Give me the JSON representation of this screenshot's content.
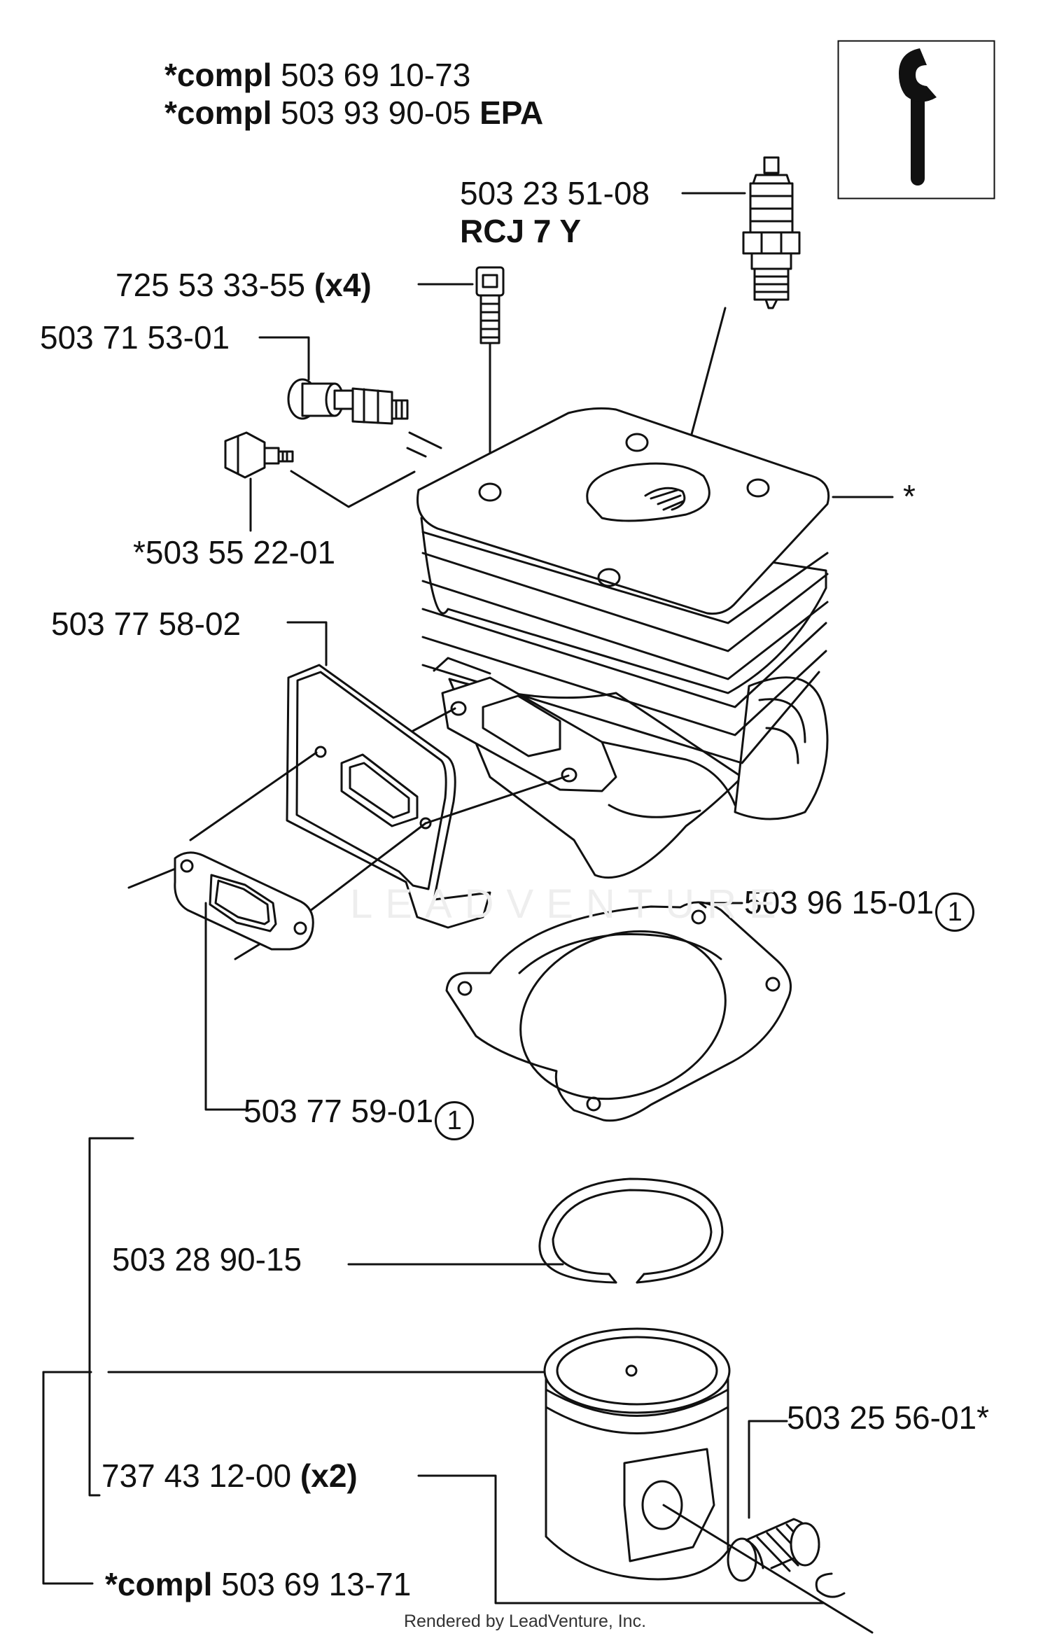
{
  "header": {
    "compl_1": {
      "prefix": "*compl",
      "number": "503 69 10-73",
      "suffix": ""
    },
    "compl_2": {
      "prefix": "*compl",
      "number": "503 93 90-05",
      "suffix": "EPA"
    }
  },
  "parts": {
    "spark_plug": {
      "number": "503 23 51-08",
      "spec": "RCJ 7 Y"
    },
    "screw": {
      "number": "725 53 33-55",
      "qty": "(x4)"
    },
    "decompression_valve": {
      "number": "503 71 53-01"
    },
    "plug": {
      "number": "*503 55 22-01"
    },
    "cylinder": {
      "marker": "*"
    },
    "heat_shield": {
      "number": "503 77 58-02"
    },
    "cylinder_gasket": {
      "number": "503 96 15-01",
      "note": "1"
    },
    "muffler_gasket": {
      "number": "503 77 59-01",
      "note": "1"
    },
    "piston_ring": {
      "number": "503 28 90-15"
    },
    "needle_bearing": {
      "number": "503 25 56-01*"
    },
    "circlip": {
      "number": "737 43 12-00",
      "qty": "(x2)"
    },
    "piston_compl": {
      "prefix": "*compl",
      "number": "503 69 13-71"
    }
  },
  "watermark": "LEADVENTURE",
  "footer": "Rendered by LeadVenture, Inc.",
  "icons": {
    "tool": "wrench-icon"
  }
}
